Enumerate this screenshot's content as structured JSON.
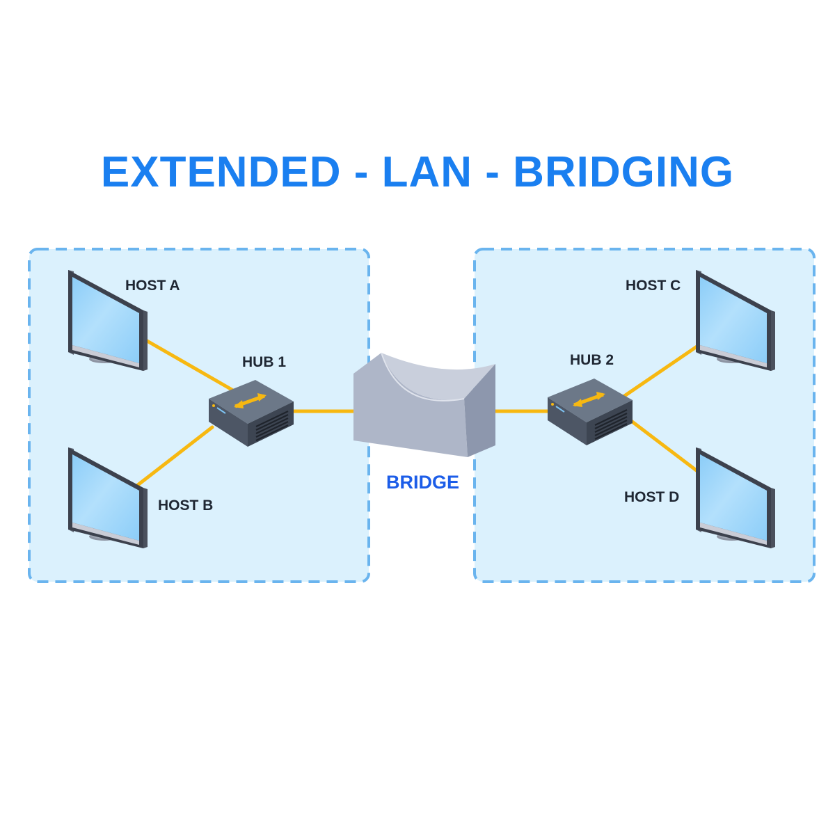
{
  "title": "EXTENDED - LAN - BRIDGING",
  "colors": {
    "title": "#1a7ff0",
    "bridge_label": "#1c5de8",
    "lan_fill": "#dbf1fd",
    "lan_border": "#6ab4ee",
    "cable": "#f7b811",
    "hub_body": "#4f5a6b",
    "bridge_body": "#b2b9cb",
    "screen": "#9fd6fb"
  },
  "lan_left": {
    "hosts": [
      {
        "id": "a",
        "label": "HOST A"
      },
      {
        "id": "b",
        "label": "HOST B"
      }
    ],
    "hub": {
      "label": "HUB 1"
    }
  },
  "bridge": {
    "label": "BRIDGE"
  },
  "lan_right": {
    "hosts": [
      {
        "id": "c",
        "label": "HOST C"
      },
      {
        "id": "d",
        "label": "HOST D"
      }
    ],
    "hub": {
      "label": "HUB 2"
    }
  }
}
